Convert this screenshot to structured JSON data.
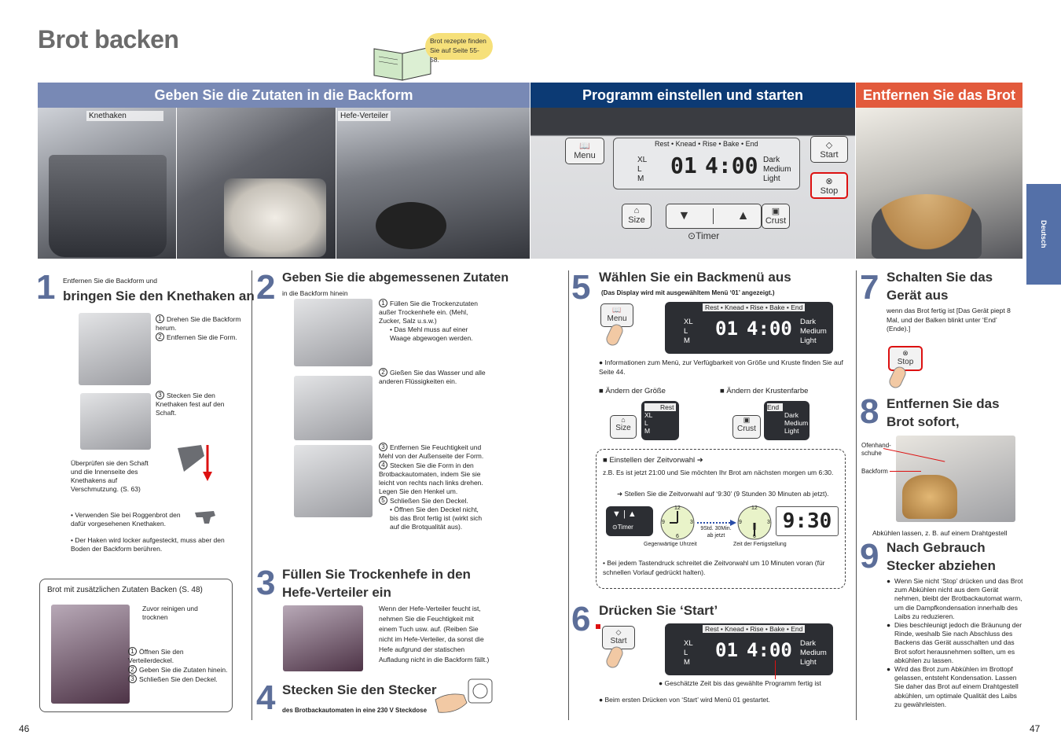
{
  "title": "Brot backen",
  "bubble": {
    "line1": "Brot rezepte finden",
    "line2": "Sie auf Seite 55-58."
  },
  "headers": [
    "Geben Sie die Zutaten in die Backform",
    "Programm einstellen und starten",
    "Entfernen Sie das Brot"
  ],
  "photo_labels": {
    "knethaken": "Knethaken",
    "hefe": "Hefe-Verteiler"
  },
  "side_tab": "Deutsch",
  "panel": {
    "menu": "Menu",
    "start": "Start",
    "stop": "Stop",
    "size": "Size",
    "crust": "Crust",
    "timer": "Timer",
    "stages": "Rest • Knead • Rise • Bake • End",
    "sizes": [
      "XL",
      "L",
      "M"
    ],
    "crusts": [
      "Dark",
      "Medium",
      "Light"
    ],
    "program": "01",
    "time": "4:00",
    "down": "▼",
    "up": "▲"
  },
  "step1": {
    "num": "1",
    "intro": "Entfernen Sie die Backform und",
    "heading": "bringen Sie den Knethaken an",
    "s1": "Drehen Sie die Backform herum.",
    "s2": "Entfernen Sie die Form.",
    "s3": "Stecken Sie den Knethaken fest auf den Schaft.",
    "check": "Überprüfen sie den Schaft und die Innenseite des Knethakens auf Verschmutzung. (S. 63)",
    "b1": "• Verwenden Sie bei Roggenbrot den dafür vorgesehenen Knethaken.",
    "b2": "• Der Haken wird locker aufgesteckt, muss aber den Boden der Backform berühren."
  },
  "extra": {
    "title": "Brot mit zusätzlichen Zutaten Backen",
    "ref": "(S. 48)",
    "clean": "Zuvor reinigen und trocknen",
    "s1": "Öffnen Sie den Verteilerdeckel.",
    "s2": "Geben Sie die Zutaten hinein.",
    "s3": "Schließen Sie den Deckel."
  },
  "step2": {
    "num": "2",
    "heading": "Geben Sie die abgemessenen Zutaten",
    "sub": "in die Backform hinein",
    "s1": "Füllen Sie die Trockenzutaten außer Trockenhefe ein. (Mehl, Zucker, Salz u.s.w.)",
    "s1b": "• Das Mehl muss auf einer Waage abgewogen werden.",
    "s2": "Gießen Sie das Wasser und alle anderen Flüssigkeiten ein.",
    "s3": "Entfernen Sie Feuchtigkeit und Mehl von der Außenseite der Form.",
    "s4": "Stecken Sie die Form in den Brotbackautomaten, indem Sie sie leicht von rechts nach links drehen. Legen Sie den Henkel um.",
    "s5": "Schließen Sie den Deckel.",
    "s5b": "• Öffnen Sie den Deckel nicht, bis das Brot fertig ist (wirkt sich auf die Brotqualität aus)."
  },
  "step3": {
    "num": "3",
    "heading1": "Füllen Sie Trockenhefe in den",
    "heading2": "Hefe-Verteiler ein",
    "text": "Wenn der Hefe-Verteiler feucht ist, nehmen Sie die Feuchtigkeit mit einem Tuch usw. auf. (Reiben Sie nicht im Hefe-Verteiler, da sonst die Hefe aufgrund der statischen Aufladung nicht in die Backform fällt.)"
  },
  "step4": {
    "num": "4",
    "heading": "Stecken Sie den Stecker",
    "sub": "des Brotbackautomaten in eine 230 V Steckdose"
  },
  "step5": {
    "num": "5",
    "heading": "Wählen Sie ein Backmenü aus",
    "sub": "(Das Display wird mit ausgewähltem Menü ‘01’ angezeigt.)",
    "info": "Informationen zum Menü, zur Verfügbarkeit von Größe und Kruste finden Sie auf Seite 44.",
    "size_title": "■ Ändern der Größe",
    "crust_title": "■ Ändern der Krustenfarbe",
    "rest": "Rest",
    "end": "End",
    "timer_title": "■ Einstellen der Zeitvorwahl ➜",
    "timer_ex": "z.B. Es ist jetzt 21:00 und Sie möchten Ihr Brot am nächsten morgen um 6:30.",
    "timer_set": "➜ Stellen Sie die Zeitvorwahl auf ‘9:30’ (9 Stunden 30 Minuten ab jetzt).",
    "clock_now": "Gegenwärtige Uhrzeit",
    "clock_end": "Zeit der Fertigstellung",
    "delta1": "9Std. 30Min.",
    "delta2": "ab jetzt",
    "time930": "9:30",
    "timer_note": "• Bei jedem Tastendruck schreitet die Zeitvorwahl um 10 Minuten voran (für schnellen Vorlauf gedrückt halten).",
    "clock_labels": [
      "12",
      "3",
      "6",
      "9"
    ]
  },
  "step6": {
    "num": "6",
    "heading": "Drücken Sie ‘Start’",
    "est": "Geschätzte Zeit bis das gewählte Programm fertig ist",
    "first": "Beim ersten Drücken von ‘Start’ wird Menü 01 gestartet."
  },
  "step7": {
    "num": "7",
    "heading1": "Schalten Sie das",
    "heading2": "Gerät aus",
    "text": "wenn das Brot fertig ist [Das Gerät piept 8 Mal, und der Balken blinkt unter ‘End’ (Ende).]"
  },
  "step8": {
    "num": "8",
    "heading1": "Entfernen Sie das",
    "heading2": "Brot sofort,",
    "mitt": "Ofenhand-schuhe",
    "pan": "Backform",
    "cool": "Abkühlen lassen, z. B. auf einem Drahtgestell"
  },
  "step9": {
    "num": "9",
    "heading1": "Nach Gebrauch",
    "heading2": "Stecker abziehen",
    "b1": "Wenn Sie nicht ‘Stop’ drücken und das Brot zum Abkühlen nicht aus dem Gerät nehmen, bleibt der Brotbackautomat warm, um die Dampfkondensation innerhalb des Laibs zu reduzieren.",
    "b2": "Dies beschleunigt jedoch die Bräunung der Rinde, weshalb Sie nach Abschluss des Backens das Gerät ausschalten und das Brot sofort herausnehmen sollten, um es abkühlen zu lassen.",
    "b3": "Wird das Brot zum Abkühlen im Brottopf gelassen, entsteht Kondensation. Lassen Sie daher das Brot auf einem Drahtgestell abkühlen, um optimale Qualität des Laibs zu gewährleisten."
  },
  "page_left": "46",
  "page_right": "47"
}
